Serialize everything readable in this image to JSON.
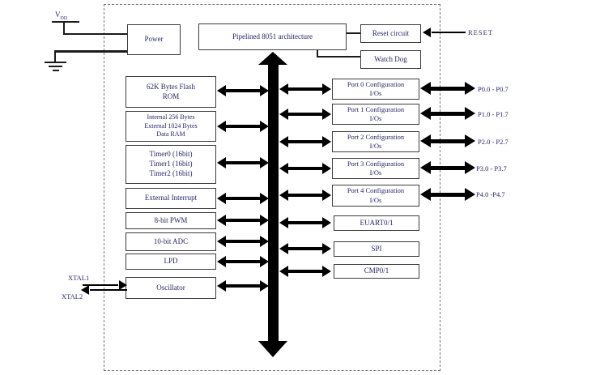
{
  "top": {
    "power": "Power",
    "pipelined": "Pipelined 8051 architecture",
    "reset_circuit": "Reset circuit",
    "watch_dog": "Watch Dog",
    "reset_signal": "RESET"
  },
  "power_rails": {
    "vdd": "V",
    "vdd_sub": "DD"
  },
  "left_column": [
    {
      "label": "62K Bytes Flash\nROM"
    },
    {
      "label": "Internal 256 Bytes\nExternal 1024 Bytes\nData RAM"
    },
    {
      "label": "Timer0 (16bit)\nTimer1 (16bit)\nTimer2 (16bit)"
    },
    {
      "label": "External Interrupt"
    },
    {
      "label": "8-bit PWM"
    },
    {
      "label": "10-bit ADC"
    },
    {
      "label": "LPD"
    },
    {
      "label": "Oscillator"
    }
  ],
  "right_column": [
    {
      "label": "Port 0 Configuration\nI/Os"
    },
    {
      "label": "Port 1 Configuration\nI/Os"
    },
    {
      "label": "Port 2 Configuration\nI/Os"
    },
    {
      "label": "Port 3 Configuration\nI/Os"
    },
    {
      "label": "Port 4 Configuration\nI/Os"
    },
    {
      "label": "EUART0/1"
    },
    {
      "label": "SPI"
    },
    {
      "label": "CMP0/1"
    }
  ],
  "port_pins": [
    "P0.0 - P0.7",
    "P1.0 - P1.7",
    "P2.0 - P2.7",
    "P3.0 - P3.7",
    "P4.0 -P4.7"
  ],
  "xtal": {
    "xtal1": "XTAL1",
    "xtal2": "XTAL2"
  },
  "colors": {
    "text": "#262668",
    "line": "#000000",
    "border": "#3b3b3b"
  }
}
